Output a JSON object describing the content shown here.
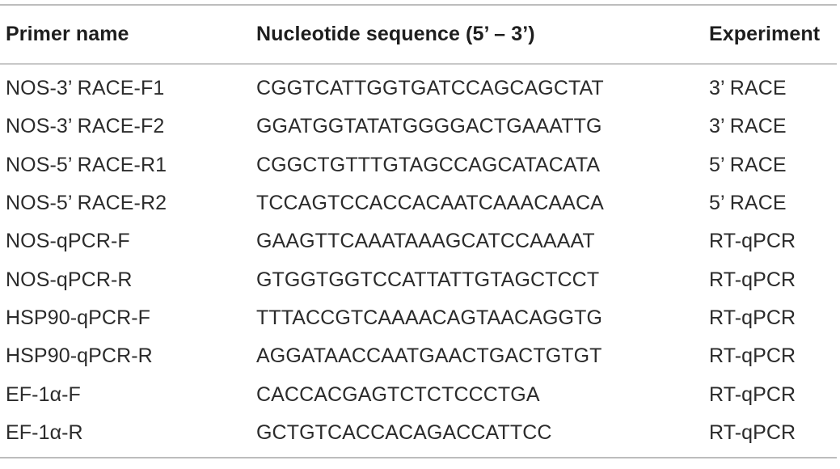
{
  "table": {
    "headers": [
      "Primer name",
      "Nucleotide sequence (5’ – 3’)",
      "Experiment"
    ],
    "rows": [
      [
        "NOS-3’ RACE-F1",
        "CGGTCATTGGTGATCCAGCAGCTAT",
        "3’ RACE"
      ],
      [
        "NOS-3’ RACE-F2",
        "GGATGGTATATGGGGACTGAAATTG",
        "3’ RACE"
      ],
      [
        "NOS-5’ RACE-R1",
        "CGGCTGTTTGTAGCCAGCATACATA",
        "5’ RACE"
      ],
      [
        "NOS-5’ RACE-R2",
        "TCCAGTCCACCACAATCAAACAACA",
        "5’ RACE"
      ],
      [
        "NOS-qPCR-F",
        "GAAGTTCAAATAAAGCATCCAAAAT",
        "RT-qPCR"
      ],
      [
        "NOS-qPCR-R",
        "GTGGTGGTCCATTATTGTAGCTCCT",
        "RT-qPCR"
      ],
      [
        "HSP90-qPCR-F",
        "TTTACCGTCAAAACAGTAACAGGTG",
        "RT-qPCR"
      ],
      [
        "HSP90-qPCR-R",
        "AGGATAACCAATGAACTGACTGTGT",
        "RT-qPCR"
      ],
      [
        "EF-1α-F",
        "CACCACGAGTCTCTCCCTGA",
        "RT-qPCR"
      ],
      [
        "EF-1α-R",
        "GCTGTCACCACAGACCATTCC",
        "RT-qPCR"
      ]
    ]
  }
}
